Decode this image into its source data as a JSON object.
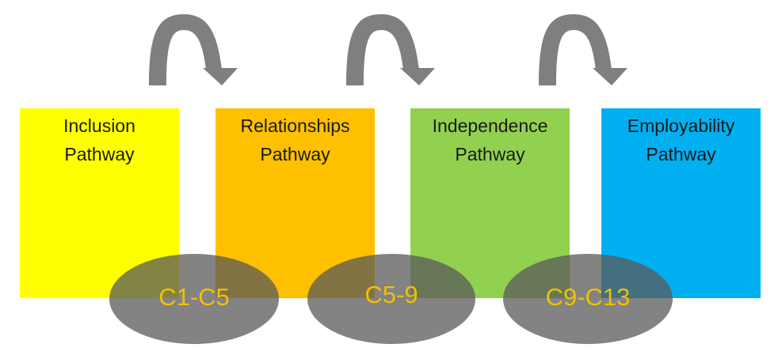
{
  "pathways": [
    {
      "line1": "Inclusion",
      "line2": "Pathway",
      "color": "#ffff00"
    },
    {
      "line1": "Relationships",
      "line2": "Pathway",
      "color": "#ffc000"
    },
    {
      "line1": "Independence",
      "line2": "Pathway",
      "color": "#92d050"
    },
    {
      "line1": "Employability",
      "line2": "Pathway",
      "color": "#00b0f0"
    }
  ],
  "transitions": [
    {
      "label": "C1-C5"
    },
    {
      "label": "C5-9"
    },
    {
      "label": "C9-C13"
    }
  ],
  "colors": {
    "arrow": "#7f7f7f",
    "oval": "#595959",
    "oval_label": "#f0c000",
    "text": "#1a1a1a"
  }
}
